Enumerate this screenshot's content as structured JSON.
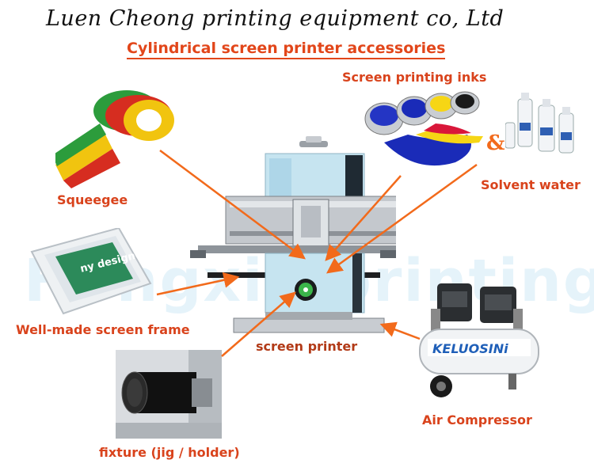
{
  "header": {
    "company": "Luen Cheong printing equipment co, Ltd",
    "subtitle": "Cylindrical screen printer accessories"
  },
  "watermark": "Hongxin printing",
  "labels": {
    "screen_printing_inks": "Screen printing inks",
    "squeegee": "Squeegee",
    "solvent_water": "Solvent water",
    "screen_frame": "Well-made screen frame",
    "screen_printer": "screen printer",
    "air_compressor": "Air Compressor",
    "fixture": "fixture (jig / holder)"
  },
  "amp": "&",
  "frame_text": "ny designed",
  "compressor_brand": "KELUOSINi",
  "colors": {
    "accent_orange": "#e2461a",
    "arrow_orange": "#f26a1b",
    "machine_blue": "#bfe0ee",
    "machine_gray": "#a9adb3"
  }
}
